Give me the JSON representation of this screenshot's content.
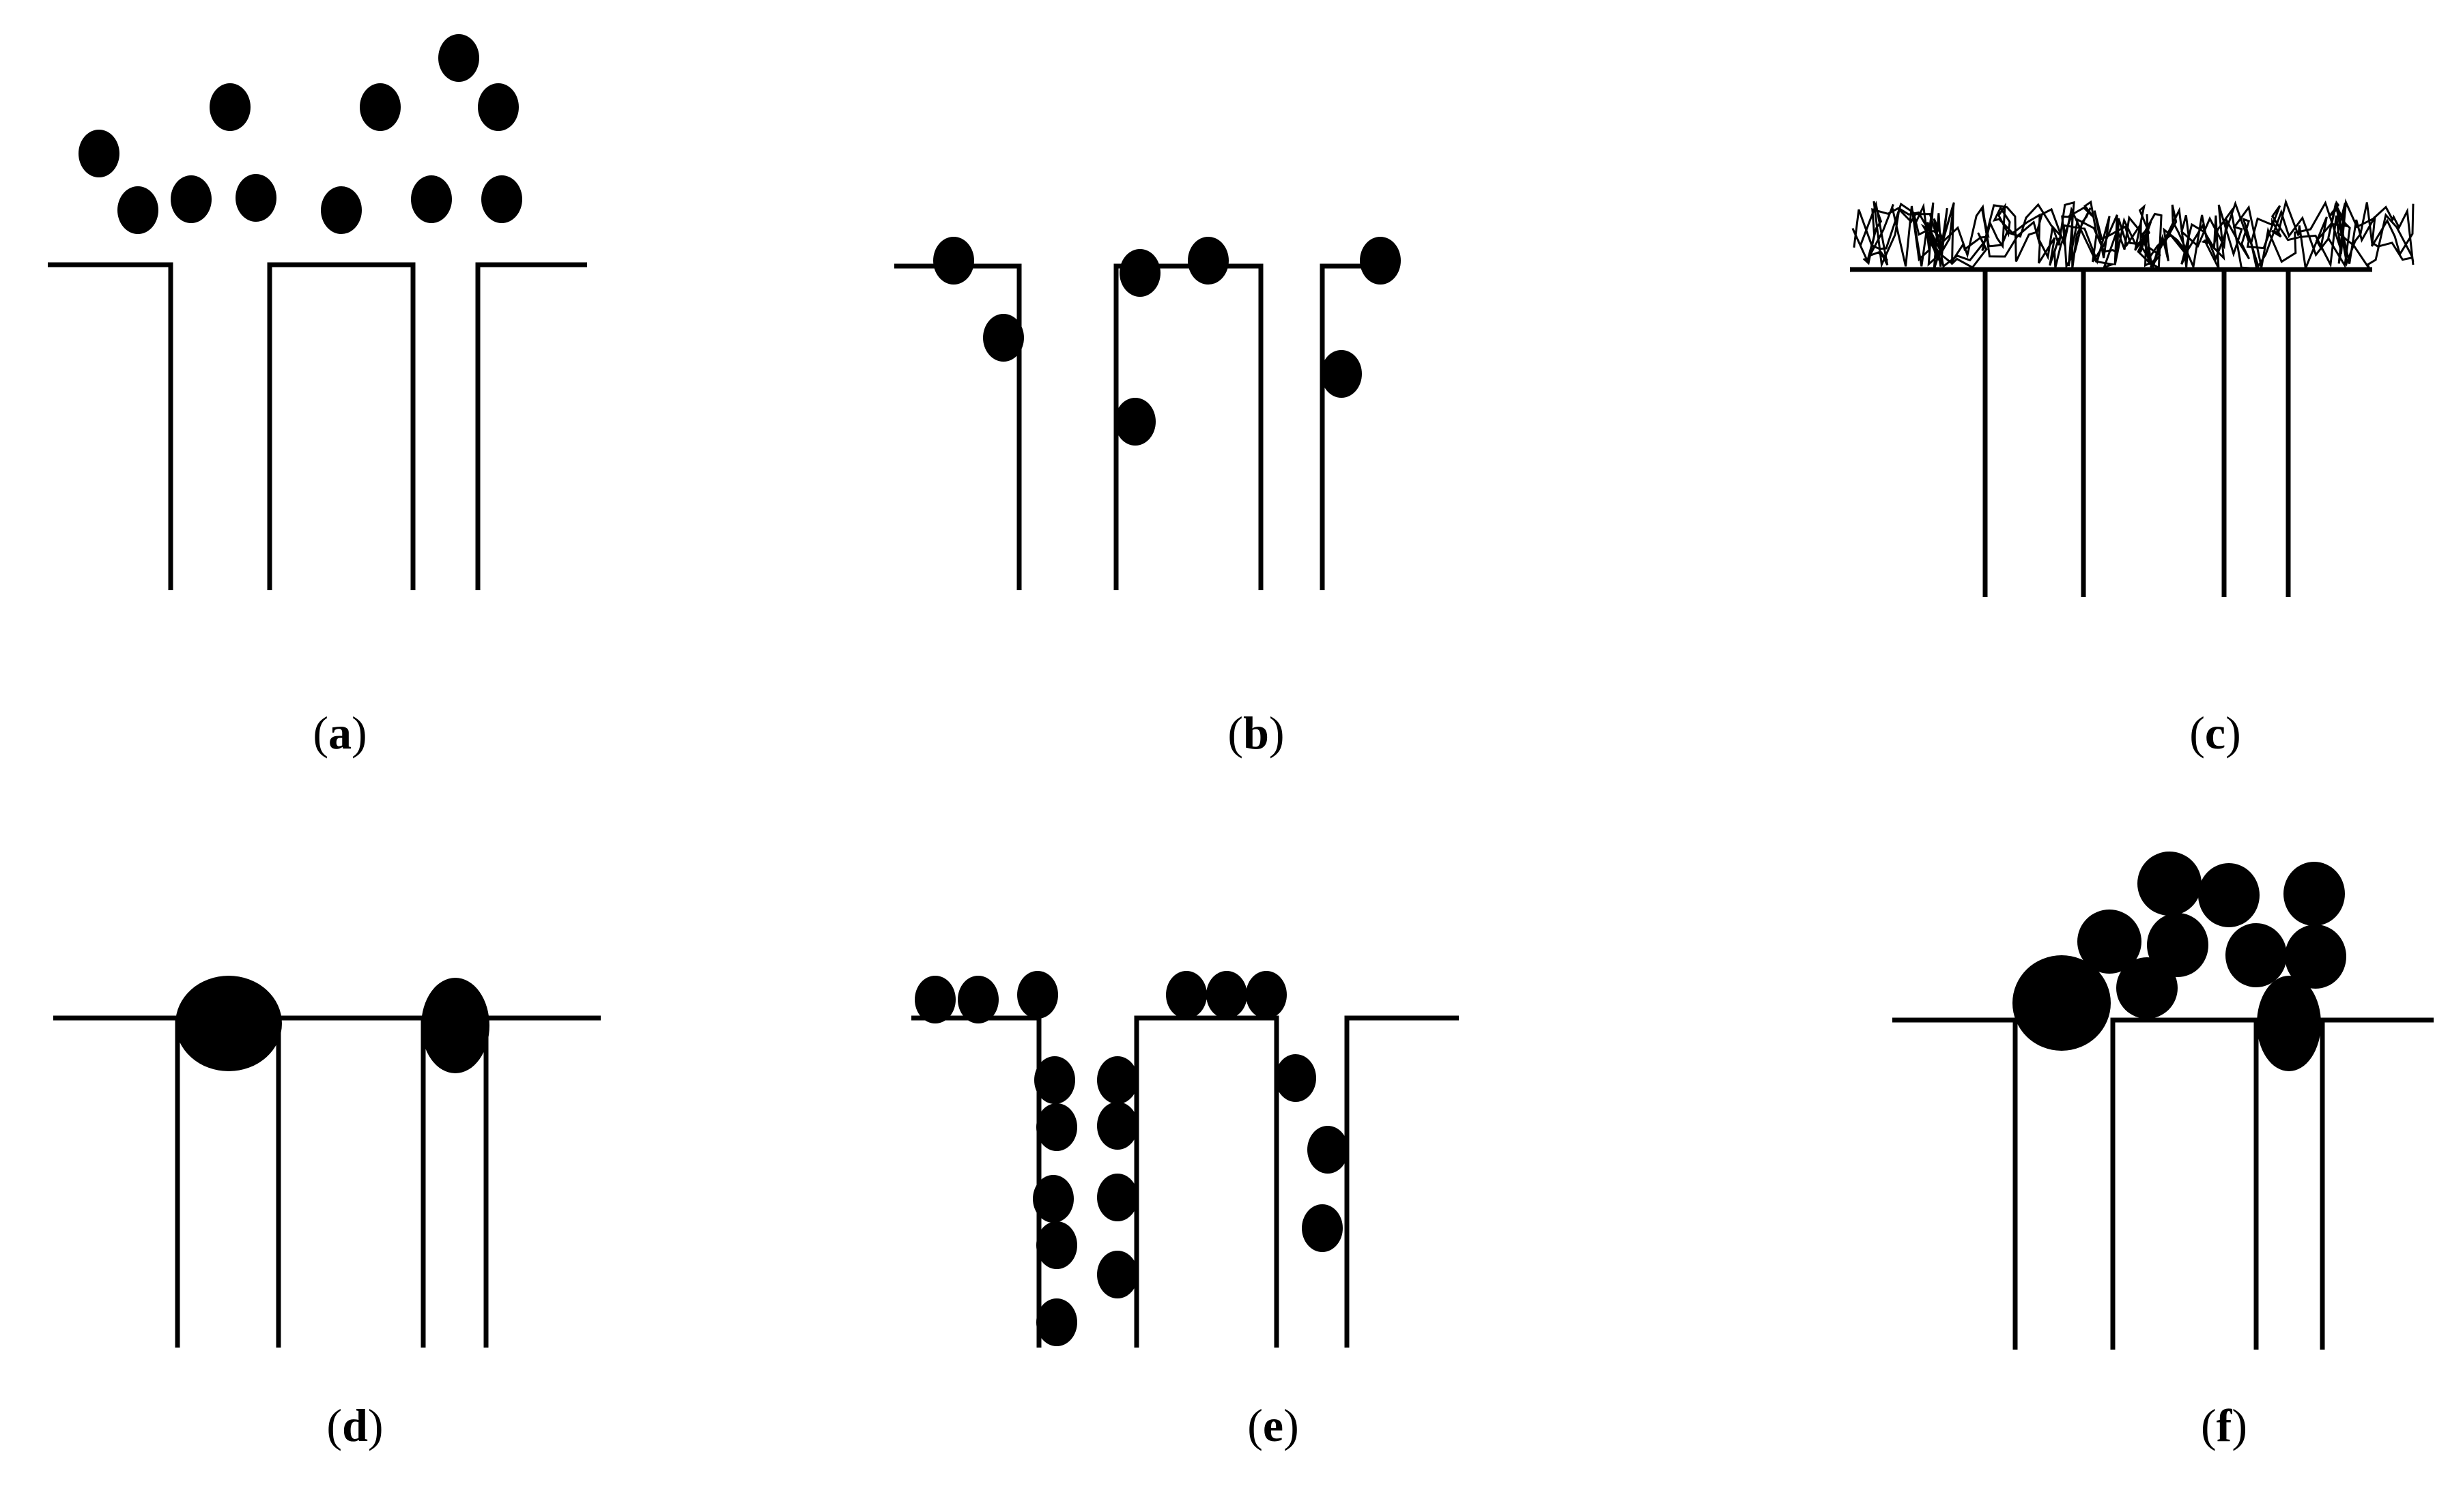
{
  "figure": {
    "panels": [
      {
        "id": "a",
        "label_open": "(",
        "letter": "a",
        "label_close": ")"
      },
      {
        "id": "b",
        "label_open": "(",
        "letter": "b",
        "label_close": ")"
      },
      {
        "id": "c",
        "label_open": "(",
        "letter": "c",
        "label_close": ")"
      },
      {
        "id": "d",
        "label_open": "(",
        "letter": "d",
        "label_close": ")"
      },
      {
        "id": "e",
        "label_open": "(",
        "letter": "e",
        "label_close": ")"
      },
      {
        "id": "f",
        "label_open": "(",
        "letter": "f",
        "label_close": ")"
      }
    ],
    "colors": {
      "ink": "#000000",
      "background": "#ffffff"
    }
  }
}
